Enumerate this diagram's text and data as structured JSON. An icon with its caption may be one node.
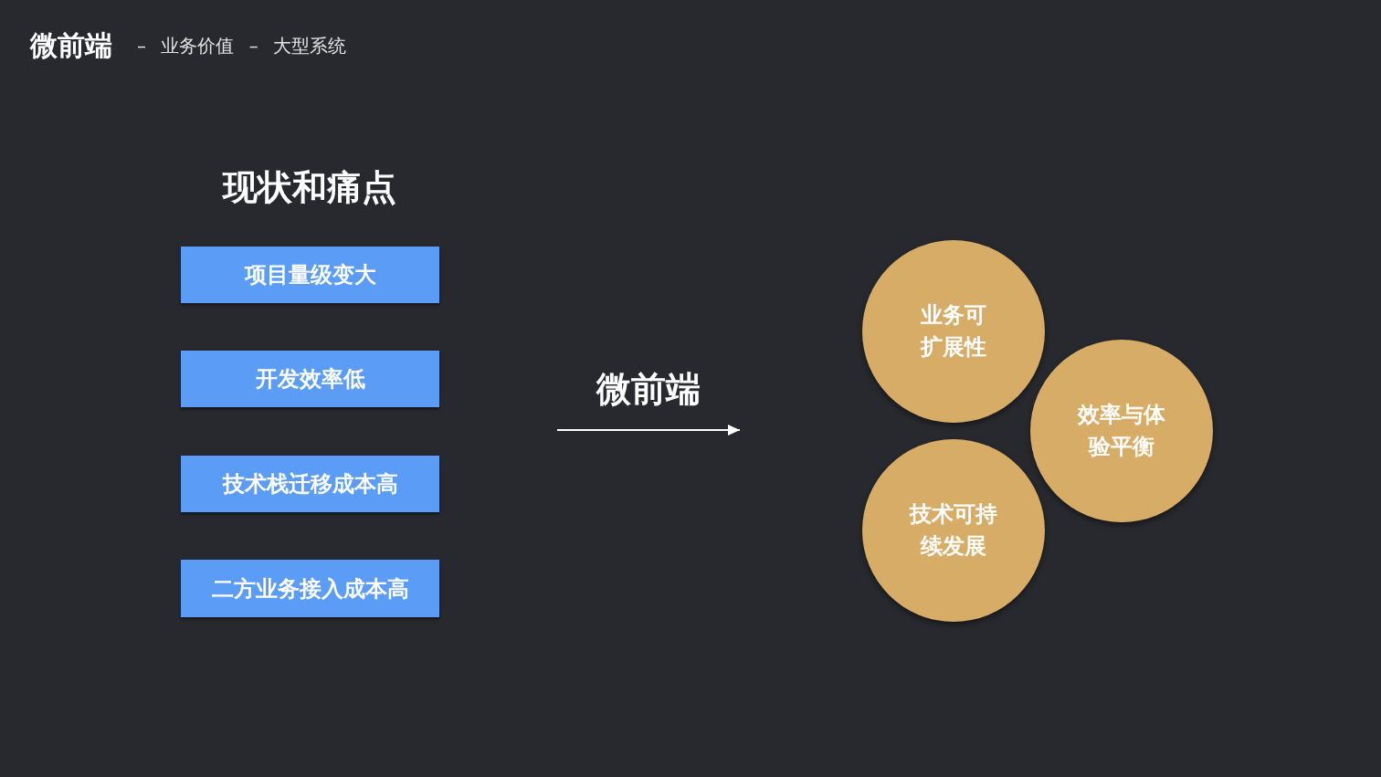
{
  "diagram": {
    "title": "微前端",
    "nodes": [
      {
        "text": [
          "项目量级变大"
        ]
      },
      {
        "text": [
          "开发效率低"
        ]
      },
      {
        "text": [
          "技术栈迁移成本高"
        ]
      },
      {
        "text": [
          "二方业务接入成本高"
        ]
      },
      {
        "text": [
          "业务可扩展性"
        ]
      },
      {
        "text": [
          "效率与体验平衡"
        ]
      },
      {
        "text": [
          "技术可持续发展"
        ]
      }
    ],
    "labels": [
      "– 业务价值 – 大型系统",
      "现状和痛点",
      "微前端"
    ]
  }
}
